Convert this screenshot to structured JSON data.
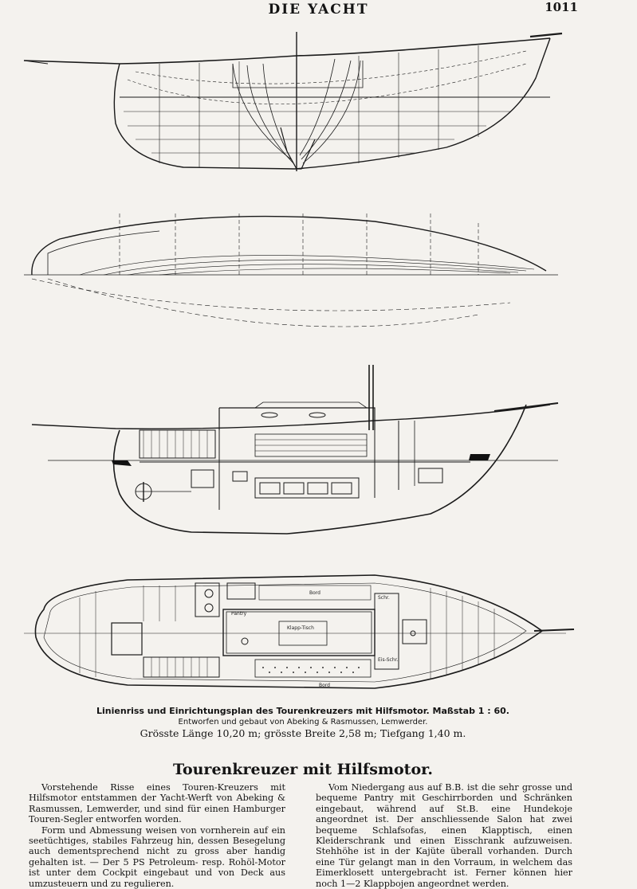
{
  "header": {
    "title": "DIE YACHT",
    "page_number": "1011"
  },
  "plan_labels": {
    "bord_top": "Bord",
    "bord_bottom": "Bord",
    "pantry": "Pantry",
    "klapptisch": "Klapp-Tisch",
    "schrank": "Schr.",
    "eisschr": "Eis-Schr."
  },
  "caption": {
    "line1": "Linienriss und Einrichtungsplan des Tourenkreuzers mit Hilfsmotor.  Maßstab 1 : 60.",
    "line2": "Entworfen und gebaut von Abeking & Rasmussen, Lemwerder.",
    "line3": "Grösste Länge 10,20 m; grösste Breite 2,58 m; Tiefgang 1,40 m."
  },
  "article": {
    "title": "Tourenkreuzer mit Hilfsmotor.",
    "left_paragraphs": [
      "Vorstehende Risse eines Touren-Kreuzers mit Hilfsmotor entstammen der Yacht-Werft von Abeking & Rasmussen, Lemwerder, und sind für einen Hamburger Touren-Segler entworfen worden.",
      "Form und Abmessung weisen von vornherein auf ein seetüchtiges, stabiles Fahrzeug hin, dessen Besegelung auch dementsprechend nicht zu gross aber handig gehalten ist. — Der 5 PS Petroleum- resp. Rohöl-Motor ist unter dem Cockpit eingebaut und von Deck aus umzusteuern und zu regulieren."
    ],
    "right_paragraphs": [
      "Vom Niedergang aus auf B.B. ist die sehr grosse und bequeme Pantry mit Geschirrborden und Schränken eingebaut, während auf St.B. eine Hundekoje angeordnet ist. Der anschliessende Salon hat zwei bequeme Schlafsofas, einen Klapptisch, einen Kleiderschrank und einen Eisschrank aufzuweisen. Stehhöhe ist in der Kajüte überall vorhanden. Durch eine Tür gelangt man in den Vorraum, in welchem das Eimerklosett untergebracht ist. Ferner können hier noch 1—2 Klappbojen angeordnet werden."
    ]
  }
}
